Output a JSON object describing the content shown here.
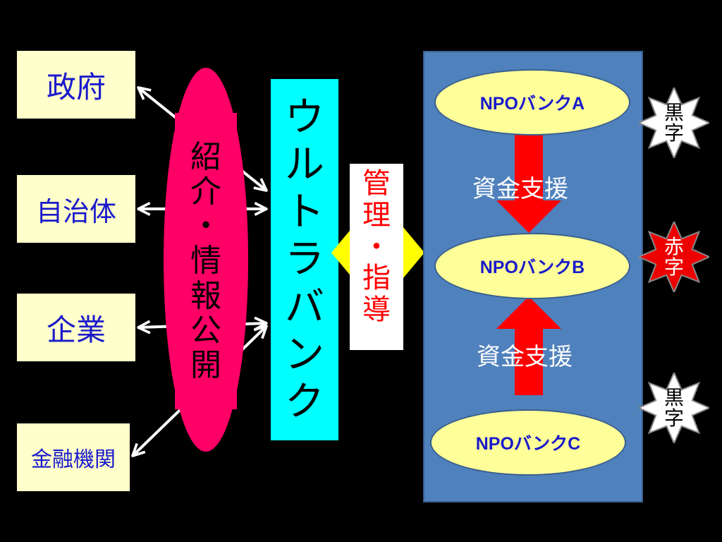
{
  "stakeholders": [
    {
      "label": "政府"
    },
    {
      "label": "自治体"
    },
    {
      "label": "企業"
    },
    {
      "label": "金融機関"
    }
  ],
  "intro_oval": {
    "chars": [
      "紹",
      "介",
      "・",
      "情",
      "報",
      "公",
      "開"
    ]
  },
  "ultra_bank": {
    "chars": [
      "ウ",
      "ル",
      "ト",
      "ラ",
      "バ",
      "ン",
      "ク"
    ]
  },
  "management": {
    "chars": [
      "管",
      "理",
      "・",
      "指",
      "導"
    ]
  },
  "banks": [
    {
      "label": "NPOバンクA"
    },
    {
      "label": "NPOバンクB"
    },
    {
      "label": "NPOバンクC"
    }
  ],
  "support_labels": [
    "資金支援",
    "資金支援"
  ],
  "status_badges": [
    {
      "chars": [
        "黒",
        "字"
      ],
      "color": "#000000",
      "fill": "#ffffff"
    },
    {
      "chars": [
        "赤",
        "字"
      ],
      "color": "#ffffff",
      "fill": "#ee0000"
    },
    {
      "chars": [
        "黒",
        "字"
      ],
      "color": "#000000",
      "fill": "#ffffff"
    }
  ],
  "colors": {
    "background": "#000000",
    "stakeholder_fill": "#ffffcc",
    "stakeholder_text": "#1a1acc",
    "oval_fill": "#ff0066",
    "ultra_fill": "#00ffff",
    "management_text": "#ff0000",
    "panel_fill": "#4f81bd",
    "bank_fill": "#ffff99",
    "arrow_red": "#ff0000",
    "connector_yellow": "#ffff00"
  }
}
